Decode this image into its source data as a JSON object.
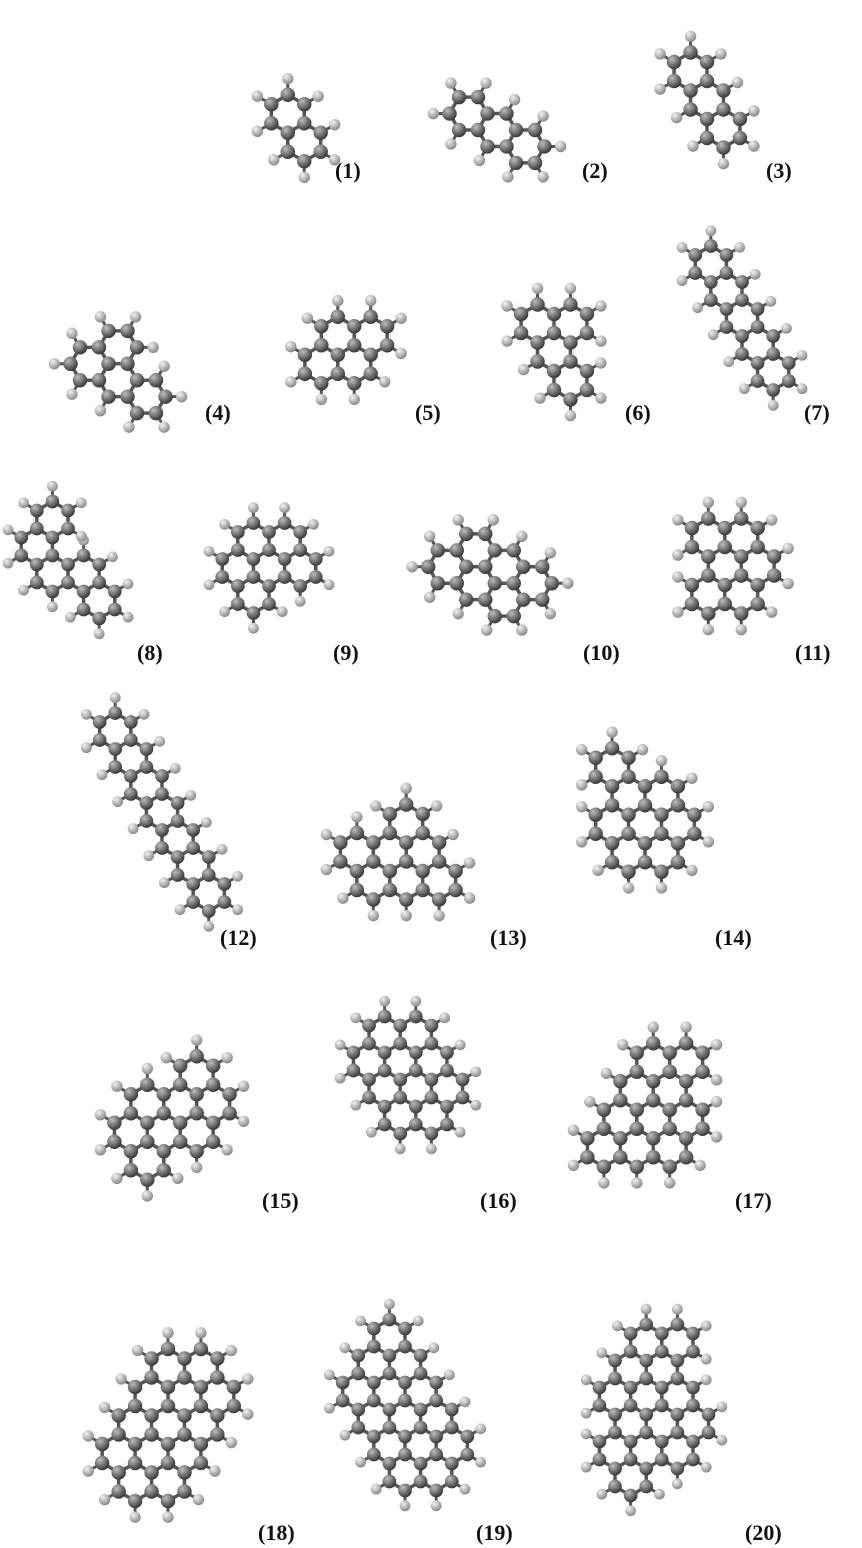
{
  "figure": {
    "molecules": [
      {
        "label": "(1)"
      },
      {
        "label": "(2)"
      },
      {
        "label": "(3)"
      },
      {
        "label": "(4)"
      },
      {
        "label": "(5)"
      },
      {
        "label": "(6)"
      },
      {
        "label": "(7)"
      },
      {
        "label": "(8)"
      },
      {
        "label": "(9)"
      },
      {
        "label": "(10)"
      },
      {
        "label": "(11)"
      },
      {
        "label": "(12)"
      },
      {
        "label": "(13)"
      },
      {
        "label": "(14)"
      },
      {
        "label": "(15)"
      },
      {
        "label": "(16)"
      },
      {
        "label": "(17)"
      },
      {
        "label": "(18)"
      },
      {
        "label": "(19)"
      },
      {
        "label": "(20)"
      }
    ],
    "colors": {
      "bond": "#555555",
      "carbon_light": "#bdbdbd",
      "carbon_dark": "#3a3a3a",
      "hydrogen_light": "#f2f2f2",
      "hydrogen_dark": "#8a8a8a"
    }
  }
}
